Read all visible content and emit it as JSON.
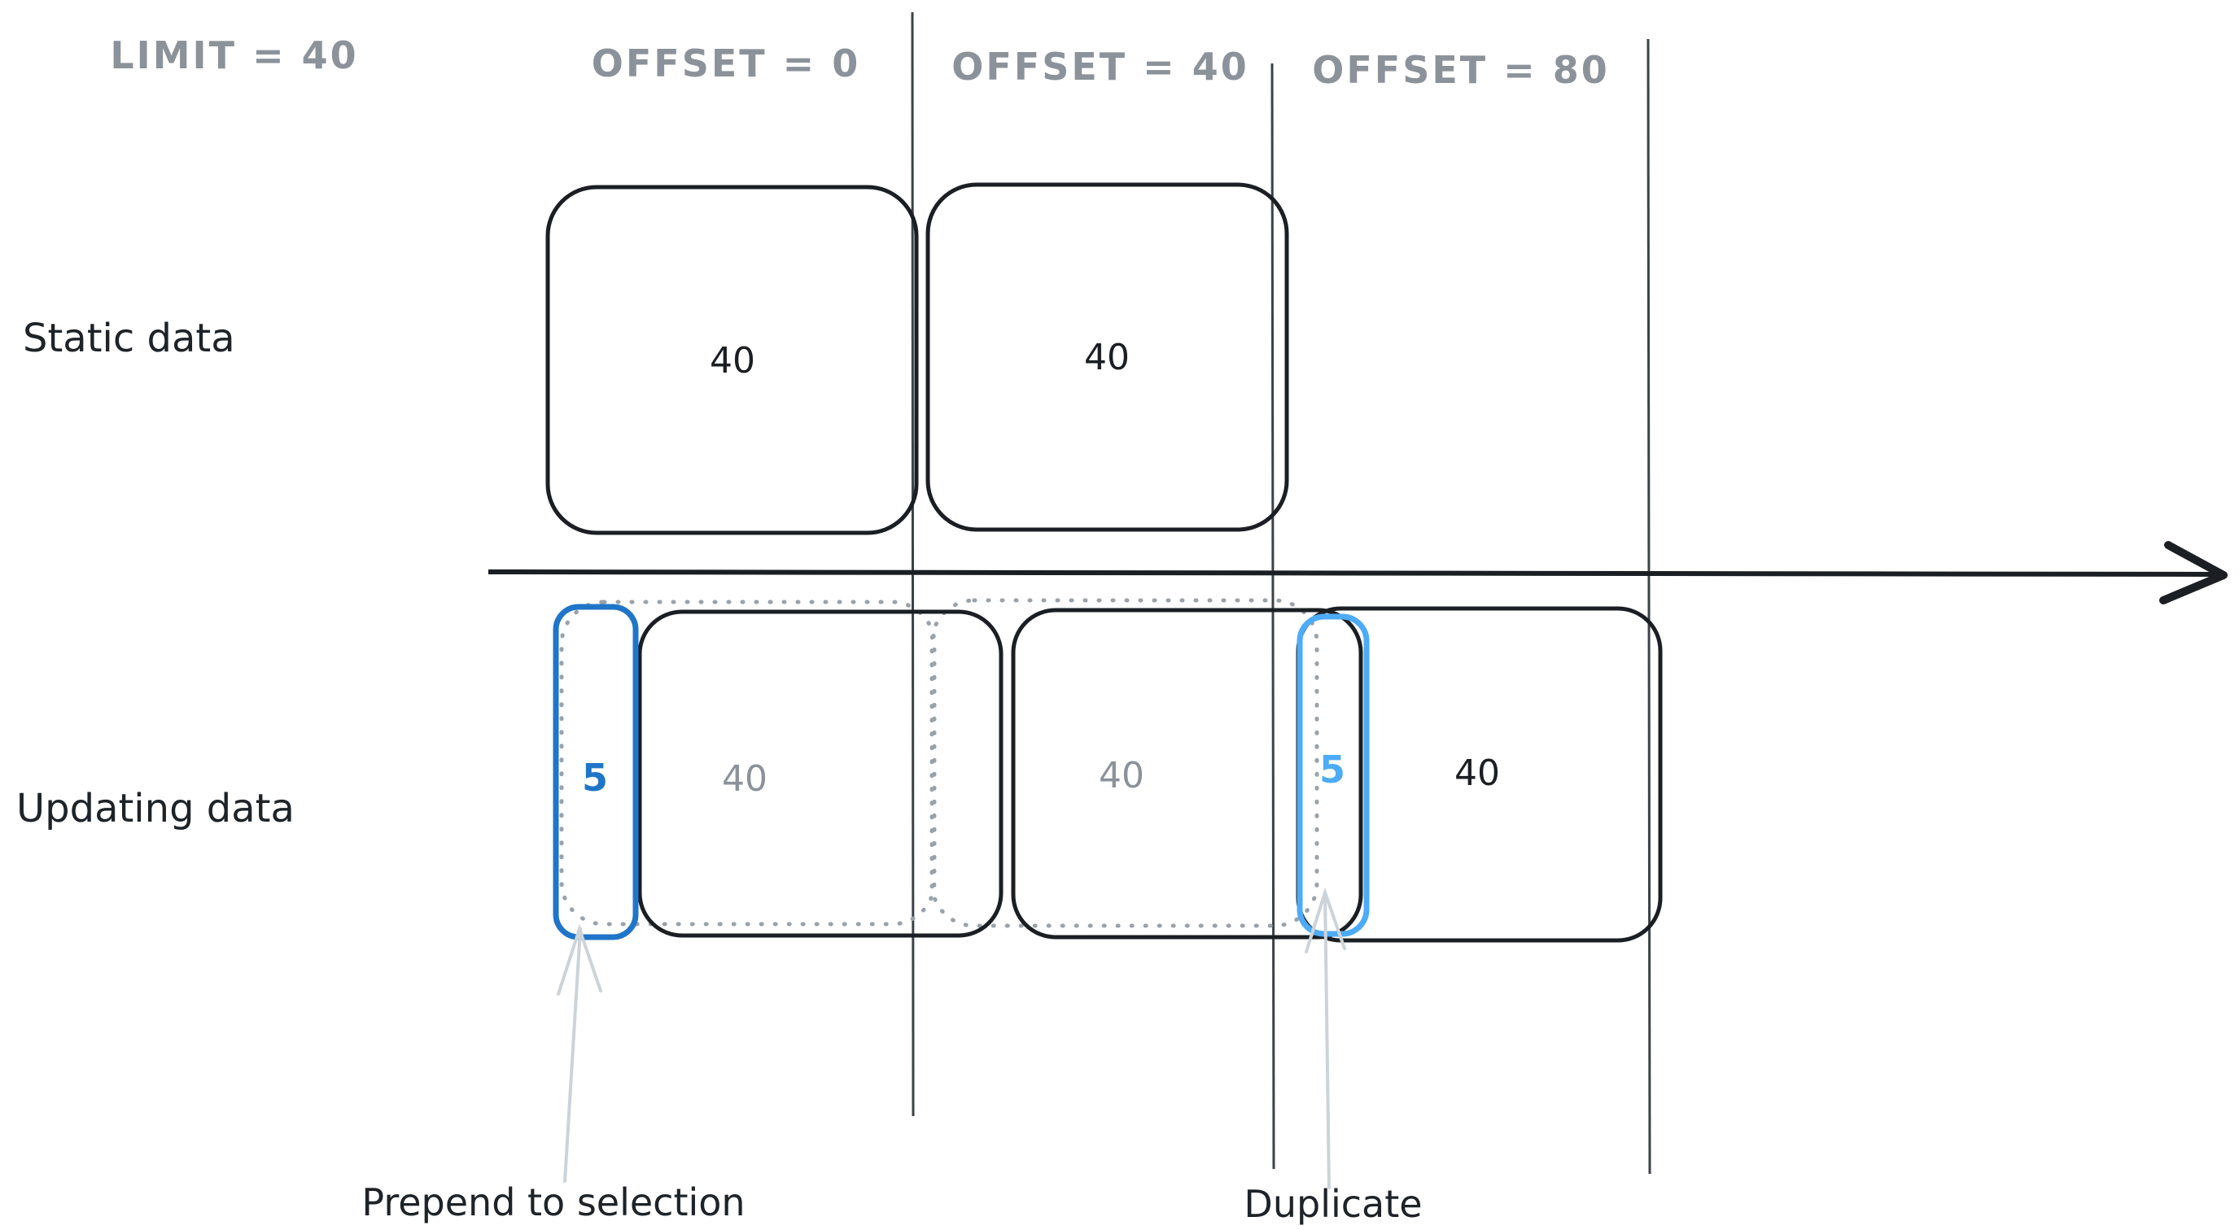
{
  "columns": {
    "limit_label": "LIMIT = 40",
    "offsets": [
      "OFFSET = 0",
      "OFFSET = 40",
      "OFFSET = 80"
    ]
  },
  "rows": {
    "static_label": "Static data",
    "updating_label": "Updating data"
  },
  "static_pages": [
    "40",
    "40"
  ],
  "updating": {
    "prepend_count": "5",
    "page1": "40",
    "page2": "40",
    "duplicate_count": "5",
    "page3": "40"
  },
  "annotations": {
    "prepend": "Prepend to selection",
    "duplicate": "Duplicate"
  },
  "colors": {
    "ink": "#1b1f23",
    "muted_gray": "#8b929a",
    "dot_gray": "#9aa2a9",
    "accent_blue": "#1f76c8",
    "accent_blue_light": "#4dabf7",
    "note_arrow_gray": "#ccd3d9",
    "background": "#ffffff"
  }
}
